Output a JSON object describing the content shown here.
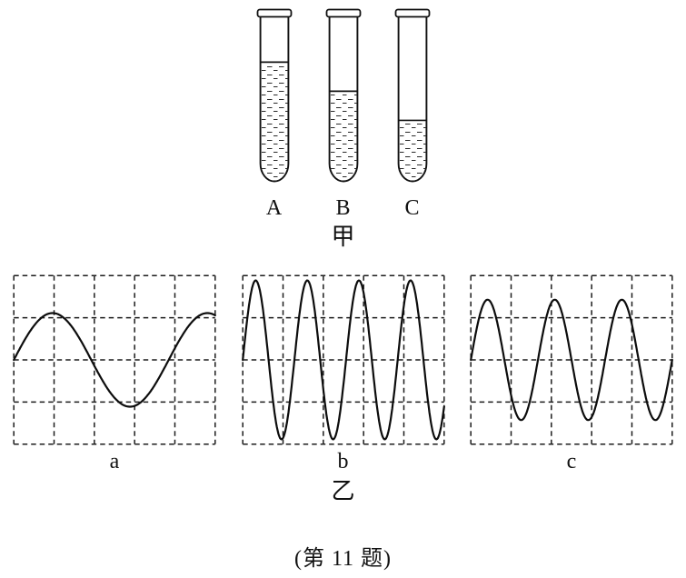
{
  "figure": {
    "tubes_group_label": "甲",
    "waves_group_label": "乙",
    "caption": "(第 11 题)",
    "tubes": [
      {
        "label": "A",
        "water_level": 0.28
      },
      {
        "label": "B",
        "water_level": 0.46
      },
      {
        "label": "C",
        "water_level": 0.64
      }
    ],
    "waves": [
      {
        "label": "a",
        "cycles": 1.3,
        "amplitude": 0.56
      },
      {
        "label": "b",
        "cycles": 3.9,
        "amplitude": 0.95
      },
      {
        "label": "c",
        "cycles": 3.0,
        "amplitude": 0.72
      }
    ],
    "grid": {
      "cols": 5,
      "rows": 4
    }
  }
}
